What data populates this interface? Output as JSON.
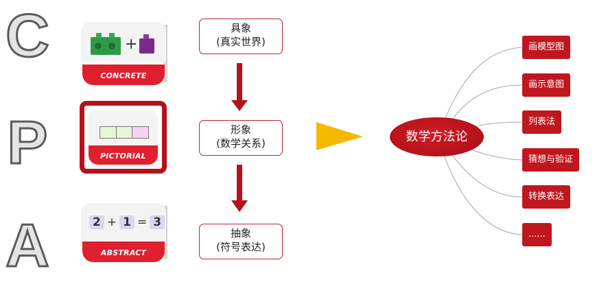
{
  "cpa": {
    "letters": [
      "C",
      "P",
      "A"
    ]
  },
  "cards": {
    "concrete": {
      "label": "CONCRETE",
      "plus": "+"
    },
    "pictorial": {
      "label": "PICTORIAL"
    },
    "abstract": {
      "label": "ABSTRACT",
      "equation": [
        "2",
        "+",
        "1",
        "=",
        "3"
      ]
    }
  },
  "stages": [
    {
      "title": "具象",
      "sub": "(真实世界)"
    },
    {
      "title": "形象",
      "sub": "(数学关系)"
    },
    {
      "title": "抽象",
      "sub": "(符号表达)"
    }
  ],
  "center": {
    "label": "数学方法论"
  },
  "branches": [
    "画模型图",
    "画示意图",
    "列表法",
    "猜想与验证",
    "转换表达",
    "......"
  ],
  "colors": {
    "accent_red": "#c0171f",
    "card_red": "#e0202f",
    "arrow_yellow": "#f5b800",
    "letter_gray": "#e2e2e2",
    "block_green": "#2e9a47",
    "block_purple": "#7b2a8c"
  }
}
